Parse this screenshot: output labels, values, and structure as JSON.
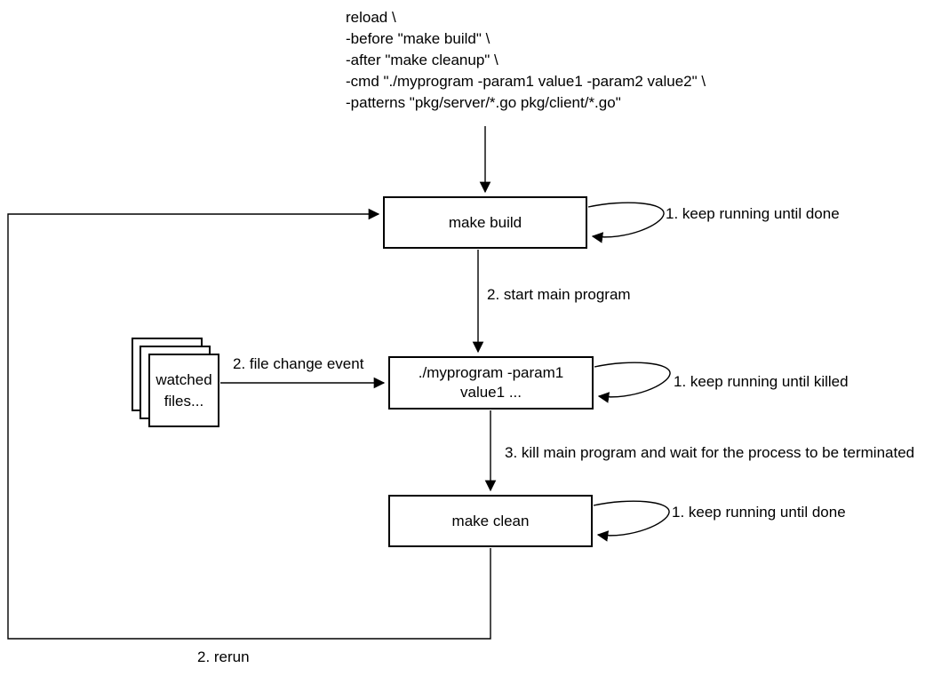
{
  "canvas": {
    "background_color": "#ffffff",
    "line_color": "#000000",
    "text_color": "#000000"
  },
  "command_block": {
    "text": "reload \\\n-before \"make build\" \\\n-after \"make cleanup\" \\\n-cmd \"./myprogram -param1 value1 -param2 value2\" \\\n-patterns \"pkg/server/*.go pkg/client/*.go\""
  },
  "nodes": {
    "make_build": {
      "label": "make build"
    },
    "myprogram": {
      "label": "./myprogram -param1\nvalue1 ..."
    },
    "make_clean": {
      "label": "make clean"
    },
    "watched_files": {
      "label": "watched\nfiles..."
    }
  },
  "edge_labels": {
    "keep_running_done_build": "1. keep running until done",
    "start_main_program": "2. start main program",
    "keep_running_killed": "1. keep running until killed",
    "file_change_event": "2. file change event",
    "kill_main_program": "3. kill main program and wait for the process to be terminated",
    "keep_running_done_clean": "1. keep running until done",
    "rerun": "2. rerun"
  }
}
